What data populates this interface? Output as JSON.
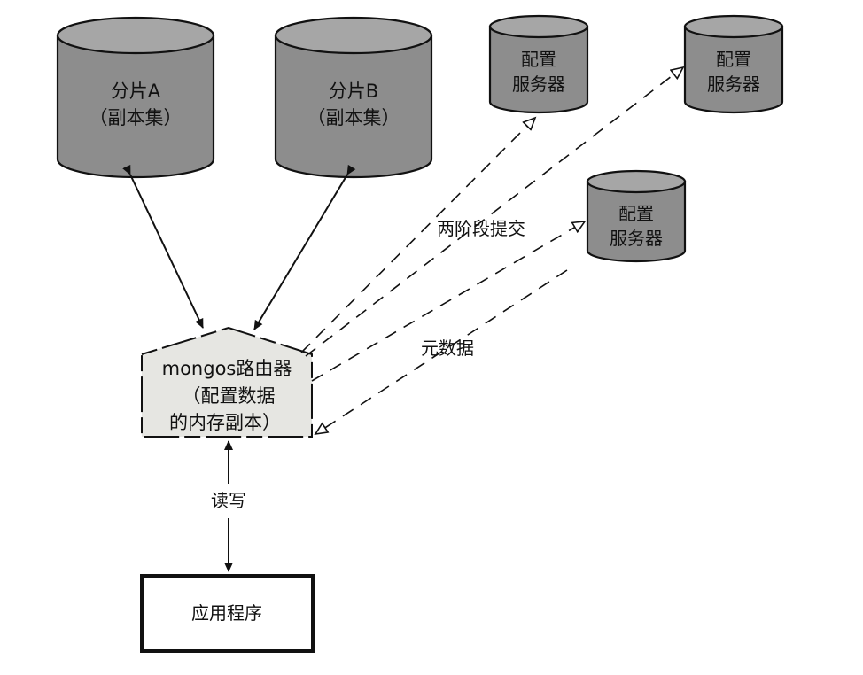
{
  "shards": [
    {
      "line1": "分片A",
      "line2": "（副本集）"
    },
    {
      "line1": "分片B",
      "line2": "（副本集）"
    }
  ],
  "config_servers": [
    {
      "line1": "配置",
      "line2": "服务器"
    },
    {
      "line1": "配置",
      "line2": "服务器"
    },
    {
      "line1": "配置",
      "line2": "服务器"
    }
  ],
  "router": {
    "line1": "mongos路由器",
    "line2": "（配置数据",
    "line3": "的内存副本）"
  },
  "labels": {
    "two_phase_commit": "两阶段提交",
    "metadata": "元数据",
    "read_write": "读写"
  },
  "app": {
    "label": "应用程序"
  },
  "colors": {
    "cylinder_fill": "#8d8d8d",
    "cylinder_top": "#a6a6a6",
    "router_fill": "#e6e6e2",
    "stroke": "#111111"
  }
}
